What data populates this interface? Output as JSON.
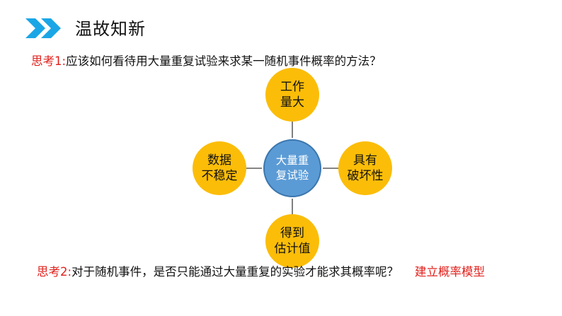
{
  "header": {
    "title": "温故知新",
    "icon": "double-chevron-right-icon",
    "icon_color": "#1aa6e6"
  },
  "question1": {
    "label": "思考1:",
    "text": "应该如何看待用大量重复试验来求某一随机事件概率的方法？"
  },
  "diagram": {
    "center": {
      "line1": "大量重",
      "line2": "复试验"
    },
    "top": {
      "line1": "工作",
      "line2": "量大"
    },
    "right": {
      "line1": "具有",
      "line2": "破坏性"
    },
    "bottom": {
      "line1": "得到",
      "line2": "估计值"
    },
    "left": {
      "line1": "数据",
      "line2": "不稳定"
    },
    "colors": {
      "outer": "#fbbd08",
      "center": "#5b9bd5"
    }
  },
  "question2": {
    "label": "思考2:",
    "text": "对于随机事件，是否只能通过大量重复的实验才能求其概率呢？"
  },
  "answer": "建立概率模型"
}
